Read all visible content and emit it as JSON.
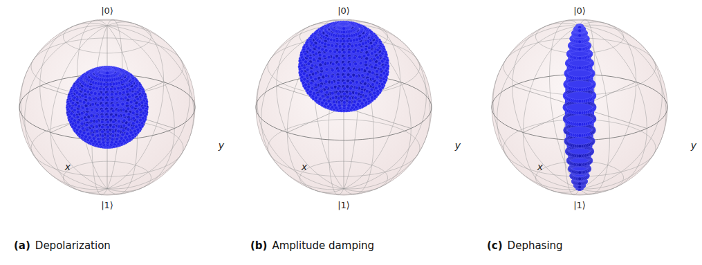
{
  "diagram": {
    "labels": [
      "|0⟩",
      "x",
      "y",
      "|1⟩",
      "|0⟩",
      "x",
      "y",
      "|1⟩",
      "|0⟩",
      "x",
      "y",
      "|1⟩",
      "(a)",
      "Depolarization",
      "(b)",
      "Amplitude damping",
      "(c)",
      "Dephasing"
    ]
  }
}
